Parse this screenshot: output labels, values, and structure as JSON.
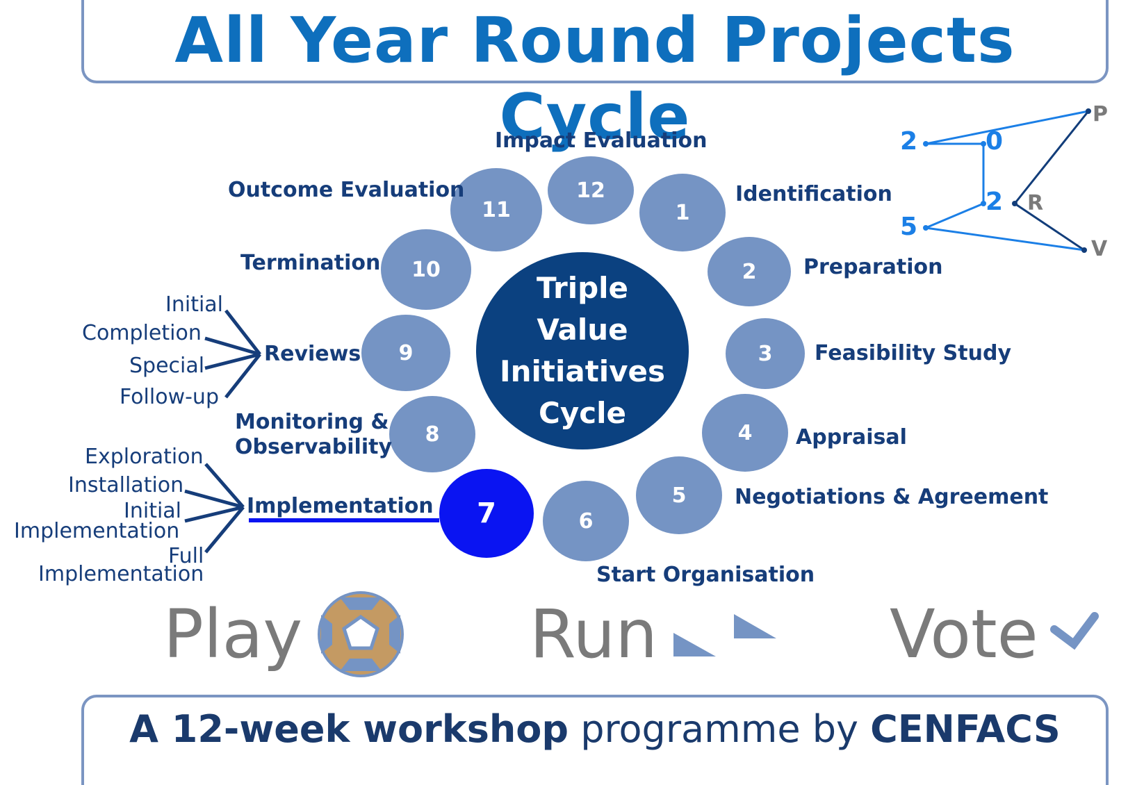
{
  "title": "All Year Round Projects Cycle",
  "center": {
    "line1": "Triple",
    "line2": "Value",
    "line3": "Initiatives",
    "line4": "Cycle"
  },
  "steps": [
    {
      "number": "1",
      "label": "Identification"
    },
    {
      "number": "2",
      "label": "Preparation"
    },
    {
      "number": "3",
      "label": "Feasibility Study"
    },
    {
      "number": "4",
      "label": "Appraisal"
    },
    {
      "number": "5",
      "label": "Negotiations & Agreement"
    },
    {
      "number": "6",
      "label": "Start Organisation"
    },
    {
      "number": "7",
      "label": "Implementation"
    },
    {
      "number": "8",
      "label_line1": "Monitoring &",
      "label_line2": "Observability"
    },
    {
      "number": "9",
      "label": "Reviews"
    },
    {
      "number": "10",
      "label": "Termination"
    },
    {
      "number": "11",
      "label": "Outcome Evaluation"
    },
    {
      "number": "12",
      "label": "Impact Evaluation"
    }
  ],
  "active_step": "7",
  "reviews_types": [
    "Initial",
    "Completion",
    "Special",
    "Follow-up"
  ],
  "implementation_stages": [
    "Exploration",
    "Installation",
    "Initial",
    "Implementation",
    "Full",
    "Implementation"
  ],
  "year_logo": {
    "digits": [
      "2",
      "0",
      "2",
      "5"
    ],
    "letters": [
      "P",
      "R",
      "V"
    ]
  },
  "bottom_words": [
    "Play",
    "Run",
    "Vote"
  ],
  "footer": {
    "part1": "A 12-week workshop",
    "part2": " programme by ",
    "part3": "CENFACS"
  },
  "colors": {
    "title": "#0e6fbd",
    "circle": "#7594c4",
    "center": "#0b4180",
    "active": "#0a14f2",
    "label": "#163d7a",
    "frame": "#7b95c2"
  }
}
